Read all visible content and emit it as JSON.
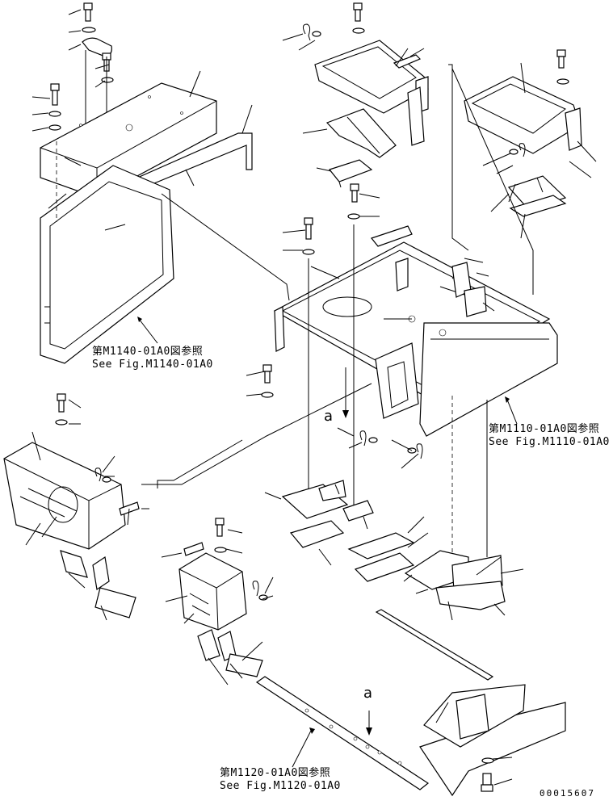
{
  "references": {
    "cab_frame": {
      "jp": "第M1140-01A0図参照",
      "en": "See Fig.M1140-01A0"
    },
    "floor_frame": {
      "jp": "第M1110-01A0図参照",
      "en": "See Fig.M1110-01A0"
    },
    "base_frame": {
      "jp": "第M1120-01A0図参照",
      "en": "See Fig.M1120-01A0"
    }
  },
  "view_marks": {
    "a_upper": "a",
    "a_lower": "a"
  },
  "doc_number": "00015607",
  "icons": [
    "bolt-icon",
    "washer-icon",
    "clip-icon",
    "arrow-icon"
  ]
}
